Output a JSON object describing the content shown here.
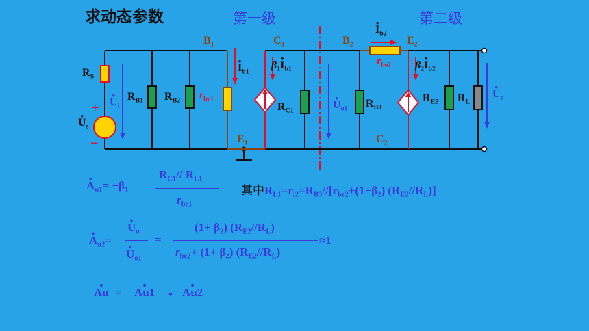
{
  "title": "求动态参数",
  "stage1": "第一级",
  "stage2": "第二级",
  "circuit": {
    "B1": "B",
    "B1_sub": "1",
    "C1": "C",
    "C1_sub": "1",
    "B2": "B",
    "B2_sub": "2",
    "E2": "E",
    "E2_sub": "2",
    "E1": "E",
    "E1_sub": "1",
    "C2": "C",
    "C2_sub": "2",
    "Rs": "R",
    "Rs_sub": "S",
    "Ui": "U",
    "Ui_sub": "i",
    "Us": "U",
    "Us_sub": "s",
    "RB1": "R",
    "RB1_sub": "B1",
    "RB2": "R",
    "RB2_sub": "B2",
    "rbe1": "r",
    "rbe1_sub": "be1",
    "Ib1": "I",
    "Ib1_sub": "b1",
    "beta1": "β",
    "beta1_sub": "1",
    "RC1": "R",
    "RC1_sub": "C1",
    "Uo1": "U",
    "Uo1_sub": "o1",
    "RB3": "R",
    "RB3_sub": "B3",
    "Ib2": "I",
    "Ib2_sub": "b2",
    "rbe2": "r",
    "rbe2_sub": "be2",
    "beta2": "β",
    "beta2_sub": "2",
    "RE2": "R",
    "RE2_sub": "E2",
    "RL": "R",
    "RL_sub": "L",
    "Uo": "U",
    "Uo_sub": "o",
    "plus": "+",
    "minus": "−"
  },
  "formula1": {
    "lhs": "A",
    "lhs_sub": "u1",
    "eq": "= −β",
    "eq_sub": "1",
    "num": "R",
    "num_sub": "C1",
    "num_mid": "// R",
    "num_sub2": "L1",
    "den": "r",
    "den_sub": "be1",
    "note_prefix": "其中",
    "note": "R",
    "note_parts": [
      "L1",
      "=r",
      "i2",
      "=R",
      "B3",
      "//[r",
      "be2",
      "+(1+β",
      "2",
      ") (R",
      "E2",
      "//R",
      "L",
      ")]"
    ]
  },
  "formula2": {
    "lhs": "A",
    "lhs_sub": "u2",
    "eq": "=",
    "num_left": "U",
    "num_left_sub": "o",
    "den_left": "U",
    "den_left_sub": "o1",
    "eq2": "=",
    "num_right": "(1+ β",
    "num_right_sub": "2",
    "num_right_mid": ") (R",
    "num_right_sub2": "E2",
    "num_right_end": "//R",
    "num_right_sub3": "L",
    "num_right_close": ")",
    "den_r1": "r",
    "den_r1_sub": "be2",
    "den_r2": "+ (1+ β",
    "den_r2_sub": "2",
    "den_r3": ") (R",
    "den_r3_sub": "E2",
    "den_r4": "//R",
    "den_r4_sub": "L",
    "den_r5": ")",
    "approx": "≈1"
  },
  "formula3": {
    "a": "Au",
    "eq": "=",
    "b": "Au1",
    "dot": "•",
    "c": "Au2"
  },
  "colors": {
    "background": "#29a3e8",
    "wire": "#111111",
    "brown": "#8b4513",
    "red": "#e0102a",
    "resistor_green": "#1aa050",
    "source_yellow": "#ffd400",
    "label_blue": "#3a3ad8"
  }
}
